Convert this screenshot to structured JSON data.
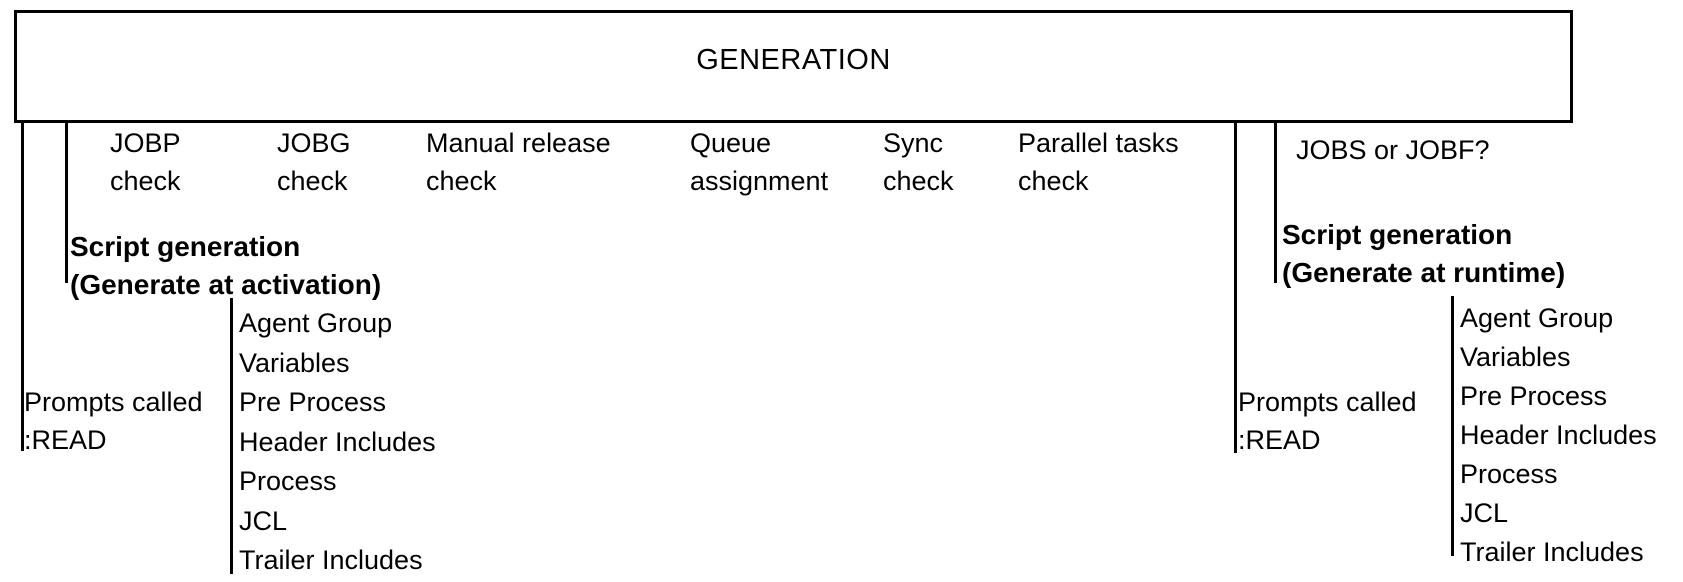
{
  "title": "GENERATION",
  "checks": [
    {
      "label": "JOBP\ncheck"
    },
    {
      "label": "JOBG\ncheck"
    },
    {
      "label": "Manual release\ncheck"
    },
    {
      "label": "Queue\nassignment"
    },
    {
      "label": "Sync\ncheck"
    },
    {
      "label": "Parallel tasks\ncheck"
    }
  ],
  "job_type_question": "JOBS or JOBF?",
  "activation_branch": {
    "heading": "Script generation\n(Generate at activation)",
    "prompts_note": "Prompts called\n:READ",
    "steps": [
      "Agent Group",
      "Variables",
      "Pre Process",
      "Header Includes",
      "Process",
      "JCL",
      "Trailer Includes"
    ]
  },
  "runtime_branch": {
    "heading": "Script generation\n(Generate at runtime)",
    "prompts_note": "Prompts called\n:READ",
    "steps": [
      "Agent Group",
      "Variables",
      "Pre Process",
      "Header Includes",
      "Process",
      "JCL",
      "Trailer Includes"
    ]
  },
  "colors": {
    "background": "#ffffff",
    "line": "#000000",
    "text": "#000000"
  }
}
